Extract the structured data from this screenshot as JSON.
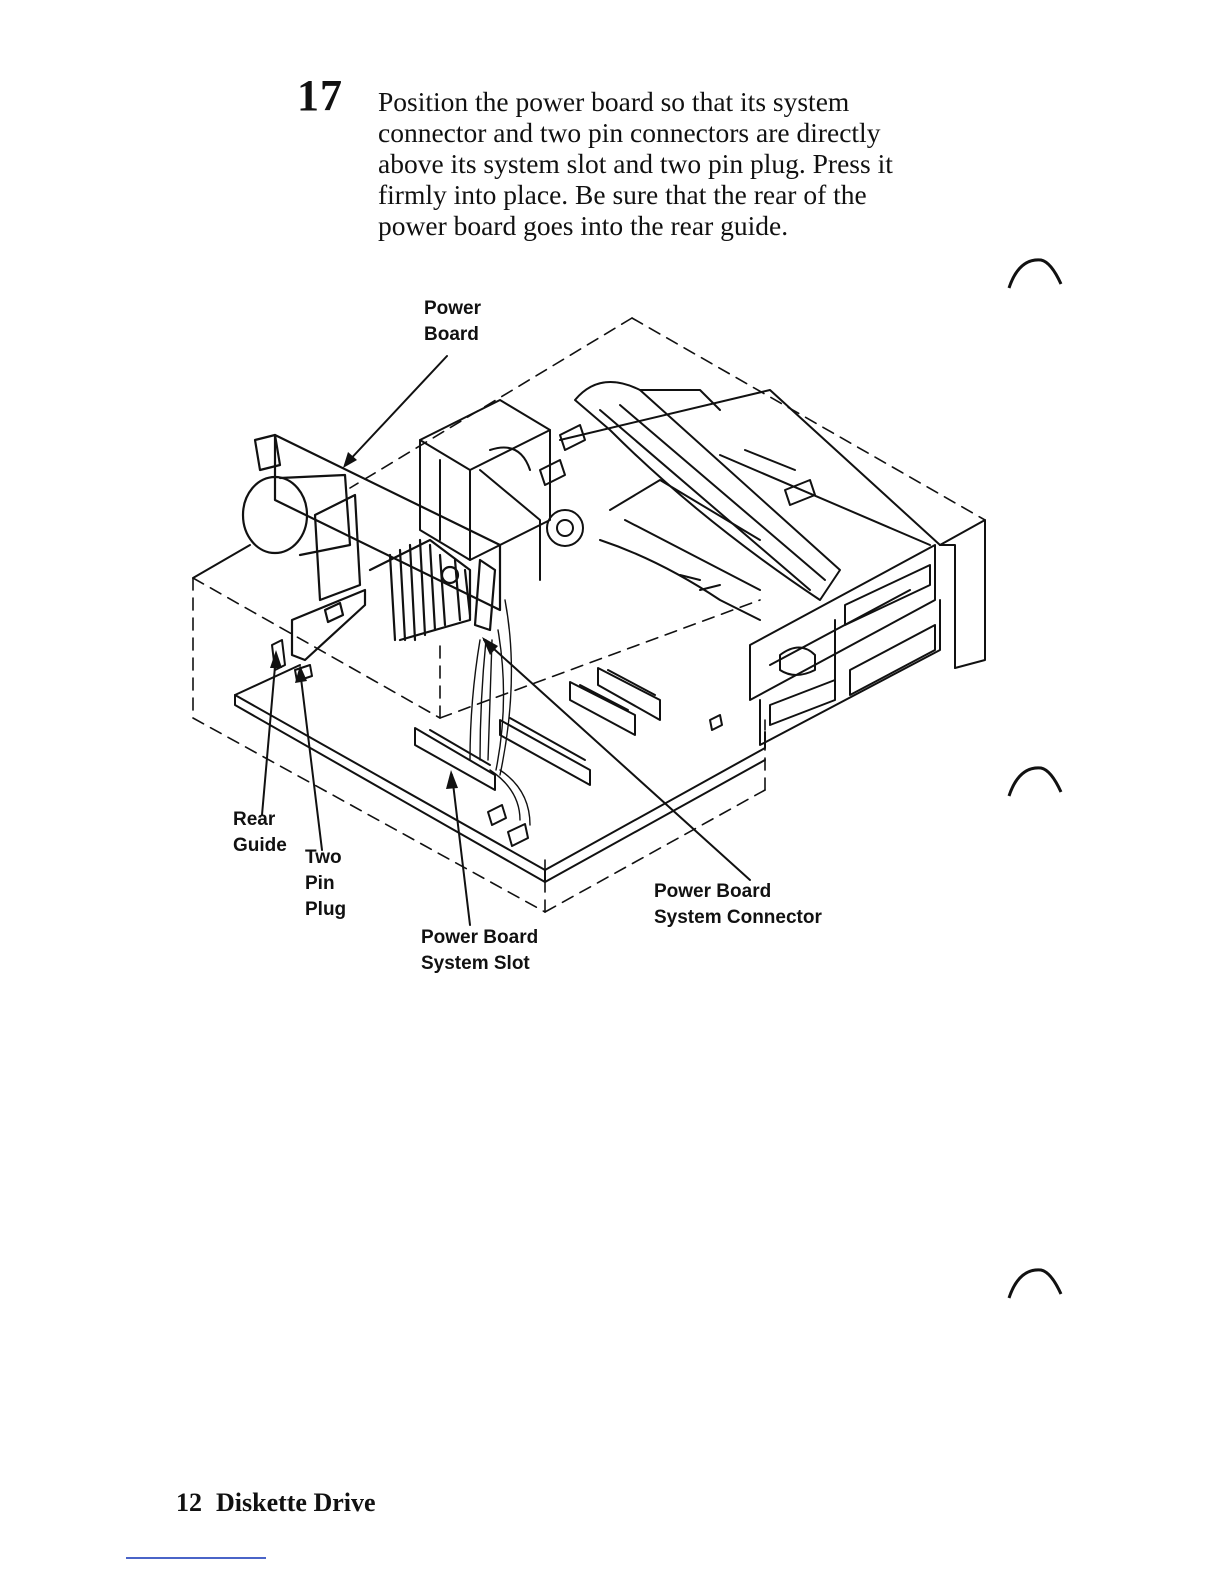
{
  "step": {
    "number": "17",
    "lines": [
      "Position the power board so that its system",
      "connector and two pin connectors are directly",
      "above its system slot and two pin plug. Press it",
      "firmly into place. Be sure that the rear of the",
      "power board goes into the rear guide."
    ]
  },
  "figure": {
    "labels": {
      "power_board": [
        "Power",
        "Board"
      ],
      "rear_guide": [
        "Rear",
        "Guide"
      ],
      "two_pin_plug": [
        "Two",
        "Pin",
        "Plug"
      ],
      "system_slot": [
        "Power Board",
        "System Slot"
      ],
      "system_connector": [
        "Power Board",
        "System Connector"
      ]
    }
  },
  "footer": {
    "page_number": "12",
    "section_title": "Diskette Drive"
  }
}
